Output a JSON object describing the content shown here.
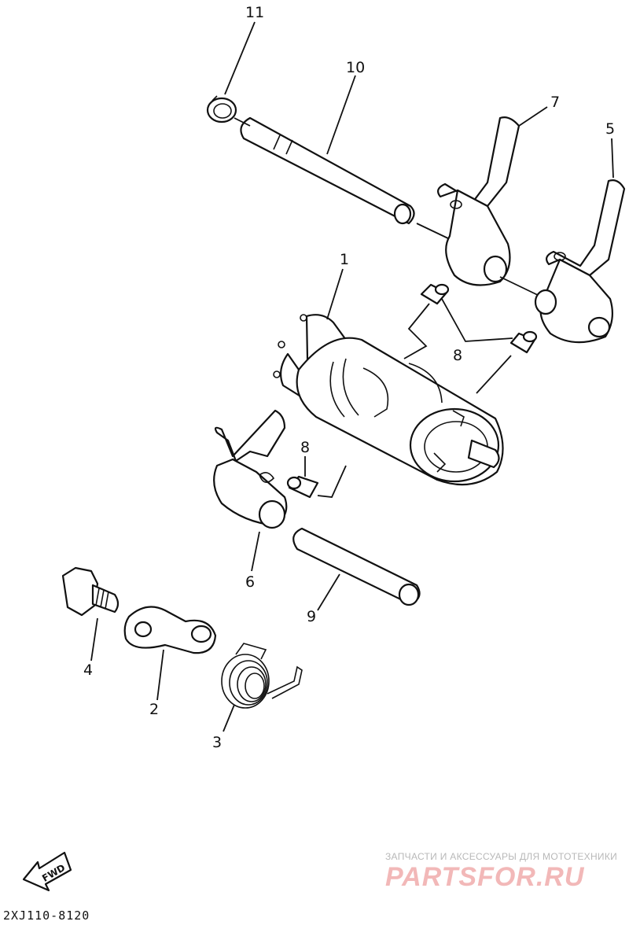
{
  "callouts": {
    "c1": "1",
    "c2": "2",
    "c3": "3",
    "c4": "4",
    "c5": "5",
    "c6": "6",
    "c7": "7",
    "c8a": "8",
    "c8b": "8",
    "c9": "9",
    "c10": "10",
    "c11": "11"
  },
  "fwd_label": "FWD",
  "part_code": "2XJ110-8120",
  "watermark": {
    "caption": "ЗАПЧАСТИ И АКСЕССУАРЫ ДЛЯ МОТОТЕХНИКИ",
    "logo": "PARTSFOR.RU"
  },
  "colors": {
    "line": "#111111",
    "watermark_logo": "#f2b8b8",
    "watermark_caption": "#b8b8b8"
  }
}
